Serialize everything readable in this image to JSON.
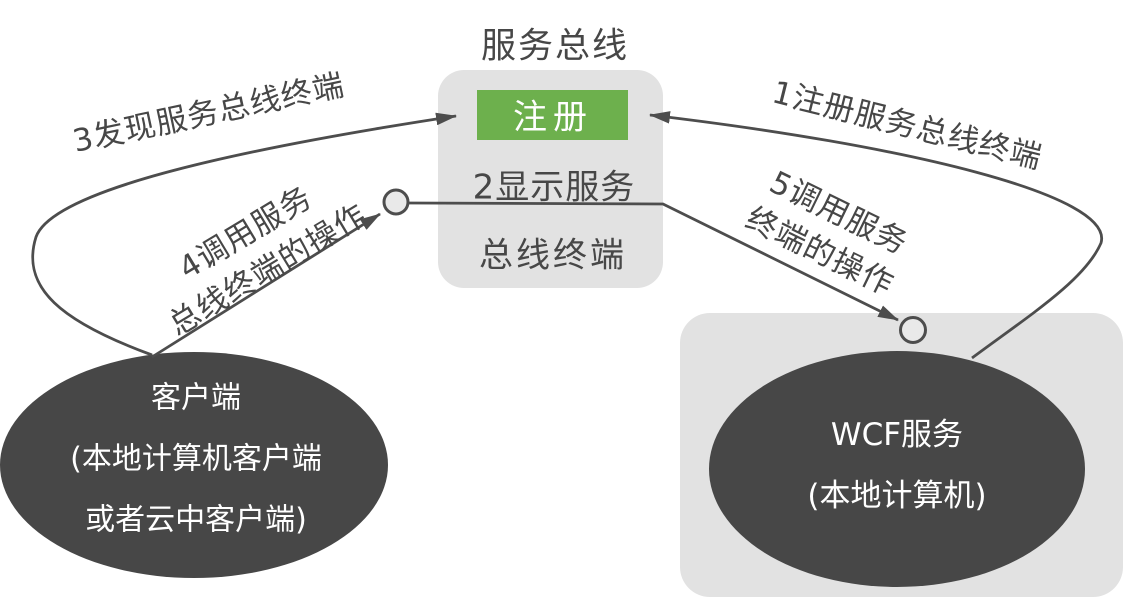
{
  "title": "服务总线",
  "service_bus": {
    "register_label": "注册",
    "display_line1": "2显示服务",
    "display_line2": "总线终端"
  },
  "client": {
    "line1": "客户端",
    "line2": "(本地计算机客户端",
    "line3": "或者云中客户端)"
  },
  "wcf_service": {
    "line1": "WCF服务",
    "line2": "(本地计算机)"
  },
  "flow_labels": {
    "register": "1注册服务总线终端",
    "discover": "3发现服务总线终端",
    "call_bus_line1": "4调用服务",
    "call_bus_line2": "总线终端的操作",
    "call_service_line1": "5调用服务",
    "call_service_line2": "终端的操作"
  },
  "colors": {
    "box_fill": "#e2e2e2",
    "node_fill": "#474747",
    "register_green": "#6db04d",
    "line": "#4d4d4d",
    "endpoint_fill": "#e9e9e9",
    "text_dark": "#474747",
    "text_light": "#ffffff"
  }
}
